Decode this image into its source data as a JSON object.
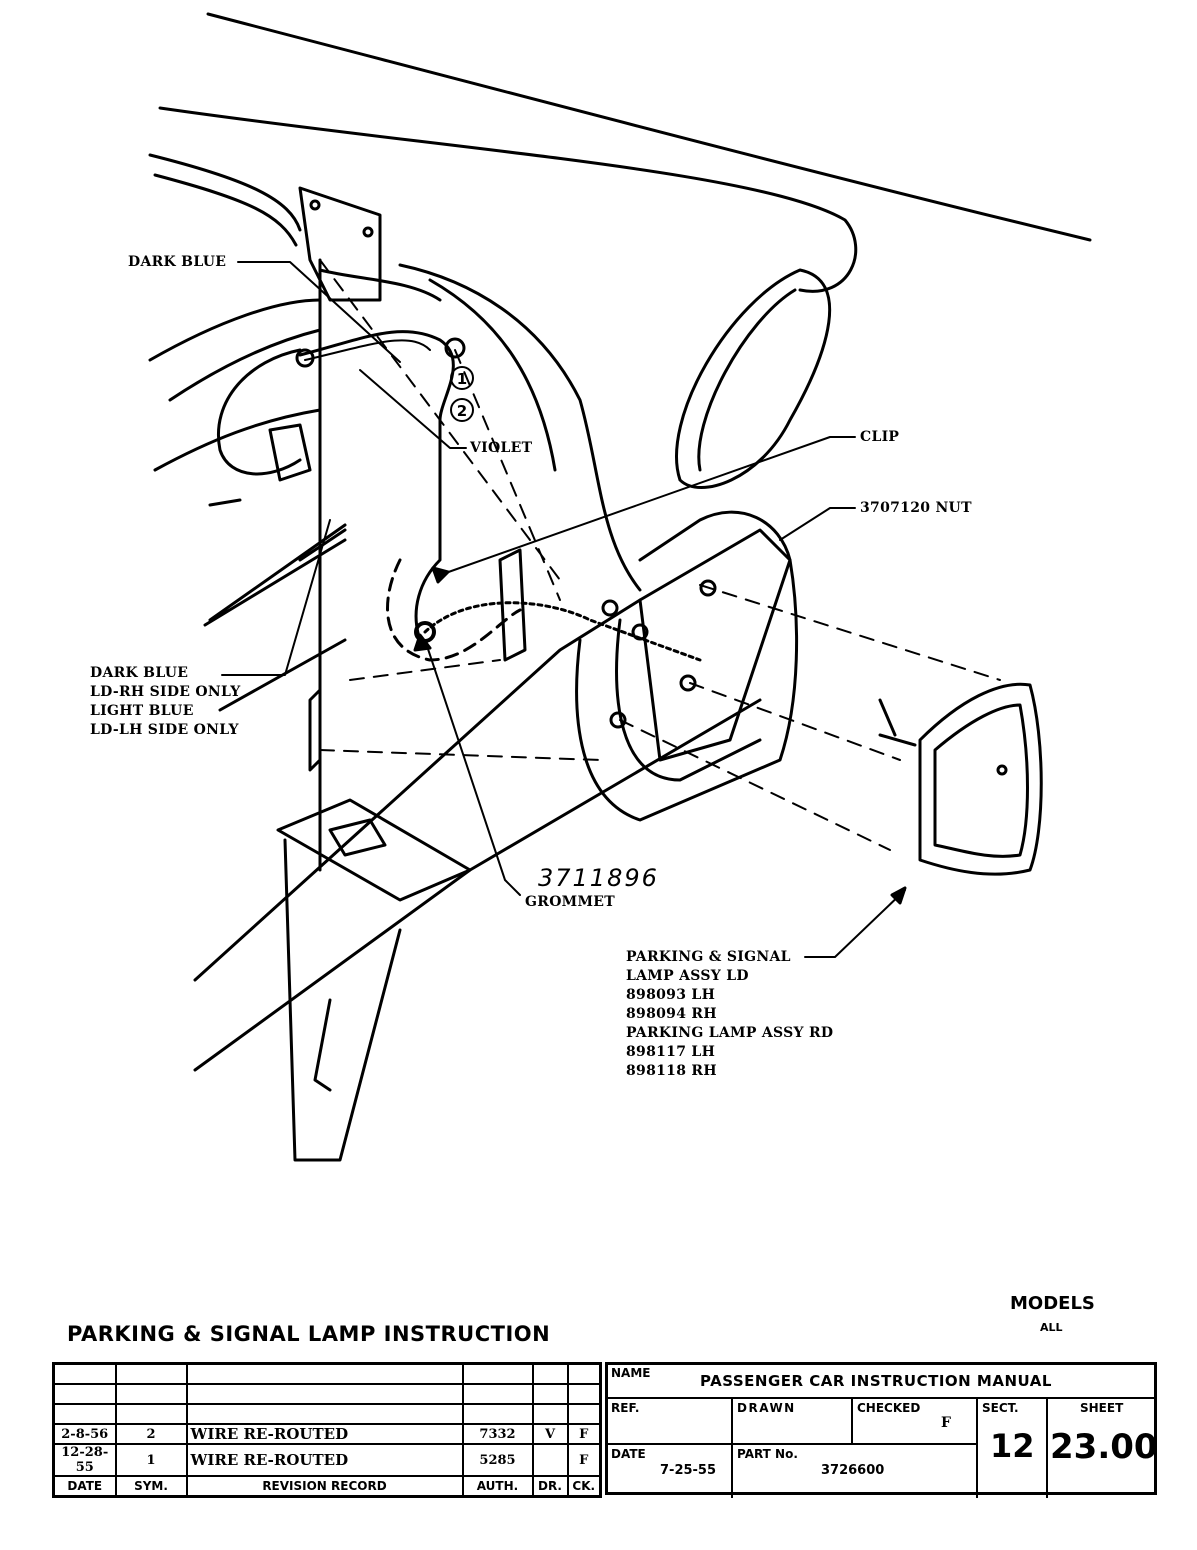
{
  "drawing": {
    "title": "PARKING & SIGNAL LAMP INSTRUCTION",
    "models_label": "MODELS",
    "models_value": "ALL",
    "callouts": {
      "dark_blue_top": "DARK BLUE",
      "violet": "VIOLET",
      "clip": "CLIP",
      "nut": "3707120 NUT",
      "wire_lines": [
        "DARK BLUE",
        "LD-RH SIDE ONLY",
        "LIGHT BLUE",
        "LD-LH SIDE ONLY"
      ],
      "grommet": "GROMMET",
      "grommet_handwritten": "3711896",
      "lamp_lines": [
        "PARKING & SIGNAL",
        "LAMP ASSY LD",
        "898093 LH",
        "898094 RH",
        "PARKING LAMP ASSY RD",
        "898117 LH",
        "898118 RH"
      ],
      "circle_1": "1",
      "circle_2": "2"
    }
  },
  "revision_table": {
    "headers": [
      "DATE",
      "SYM.",
      "REVISION RECORD",
      "AUTH.",
      "DR.",
      "CK."
    ],
    "rows": [
      [
        "2-8-56",
        "2",
        "WIRE RE-ROUTED",
        "7332",
        "V",
        "F"
      ],
      [
        "12-28-55",
        "1",
        "WIRE RE-ROUTED",
        "5285",
        "",
        "F"
      ]
    ]
  },
  "title_block": {
    "name_label": "NAME",
    "name_value": "PASSENGER CAR INSTRUCTION MANUAL",
    "ref_label": "REF.",
    "drawn_label": "DRAWN",
    "checked_label": "CHECKED",
    "checked_value": "F",
    "sect_label": "SECT.",
    "sect_value": "12",
    "sheet_label": "SHEET",
    "sheet_value": "23.00",
    "date_label": "DATE",
    "date_value": "7-25-55",
    "part_label": "PART No.",
    "part_value": "3726600"
  }
}
